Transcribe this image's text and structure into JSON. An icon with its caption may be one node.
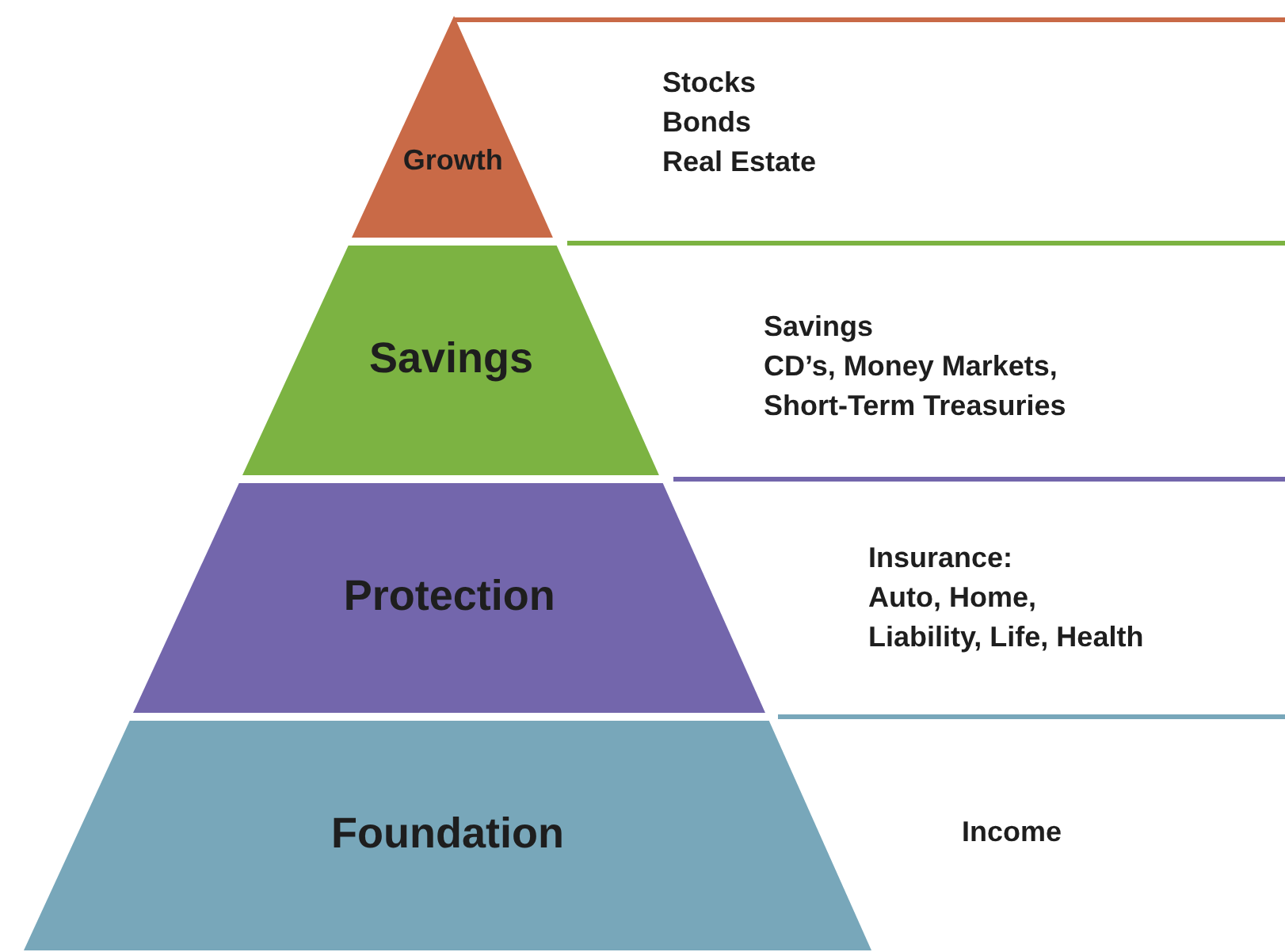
{
  "diagram": {
    "nodes": [
      {
        "text": [
          "Growth"
        ],
        "beside": [
          "Stocks",
          "Bonds",
          "Real Estate"
        ]
      },
      {
        "text": [
          "Savings"
        ],
        "beside": [
          "Savings",
          "CD’s, Money Markets,",
          "Short-Term Treasuries"
        ]
      },
      {
        "text": [
          "Protection"
        ],
        "beside": [
          "Insurance:",
          "Auto, Home,",
          "Liability, Life, Health"
        ]
      },
      {
        "text": [
          "Foundation"
        ],
        "beside": [
          "Income"
        ]
      }
    ]
  }
}
